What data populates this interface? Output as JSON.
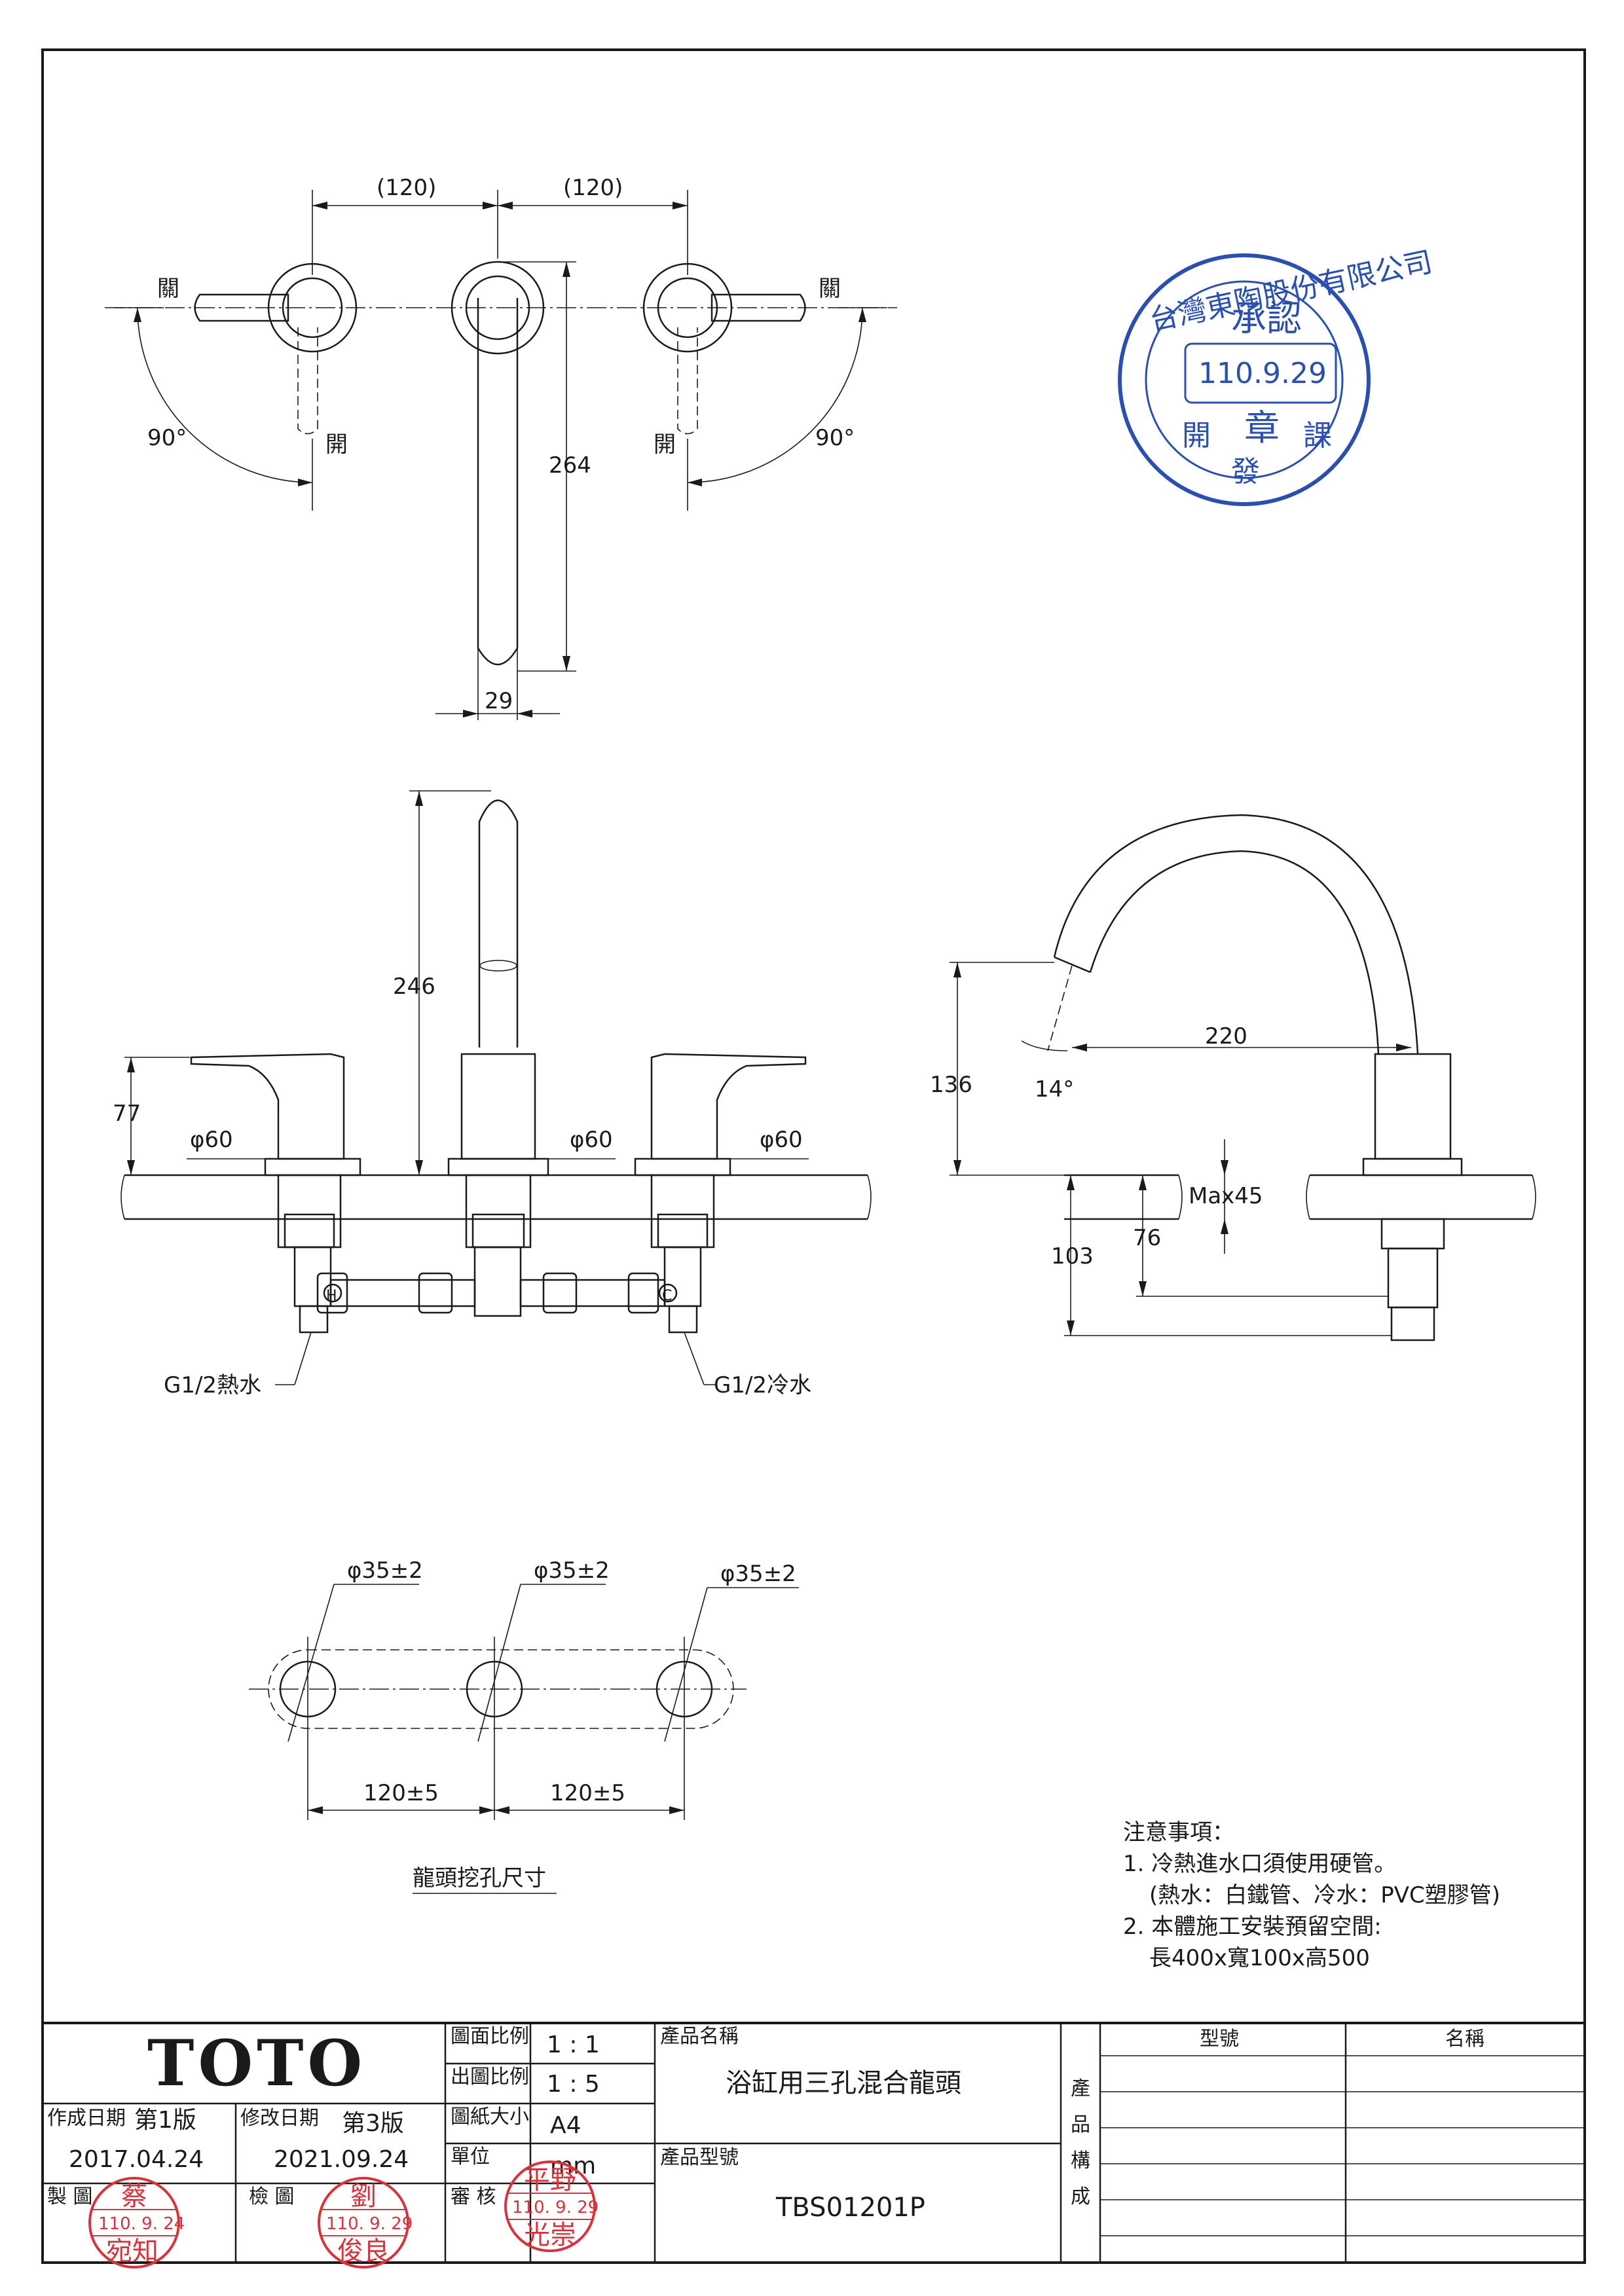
{
  "dimensions": {
    "top_spacing_left": "(120)",
    "top_spacing_right": "(120)",
    "spout_height_top": "264",
    "spout_width": "29",
    "angle_left": "90°",
    "angle_right": "90°",
    "spout_height_front": "246",
    "handle_height": "77",
    "dia_left": "φ60",
    "dia_center": "φ60",
    "dia_right": "φ60",
    "spout_reach": "220",
    "spout_base_height": "136",
    "spout_angle": "14°",
    "max_thickness": "Max45",
    "below_76": "76",
    "below_103": "103",
    "hole_dia_1": "φ35±2",
    "hole_dia_2": "φ35±2",
    "hole_dia_3": "φ35±2",
    "hole_spacing_1": "120±5",
    "hole_spacing_2": "120±5"
  },
  "labels": {
    "close_left": "關",
    "close_right": "關",
    "open_left": "開",
    "open_right": "開",
    "hot_inlet": "G1/2熱水",
    "cold_inlet": "G1/2冷水",
    "hole_title": "龍頭挖孔尺寸",
    "hot_mark": "H",
    "cold_mark": "C"
  },
  "notes": {
    "title": "注意事項：",
    "line1": "1. 冷熱進水口須使用硬管。",
    "line2": "(熱水：白鐵管、冷水：PVC塑膠管)",
    "line3": "2. 本體施工安裝預留空間:",
    "line4": "長400x寬100x高500"
  },
  "approval_stamp": {
    "company": "台灣東陶股份有限公司",
    "approve": "承認",
    "date": "110.9.29",
    "seal": "章",
    "dept_left": "開",
    "dept_bottom": "發",
    "dept_right": "課"
  },
  "title_block": {
    "logo": "TOTO",
    "scale_label": "圖面比例",
    "scale_value": "1 : 1",
    "output_scale_label": "出圖比例",
    "output_scale_value": "1 : 5",
    "paper_label": "圖紙大小",
    "paper_value": "A4",
    "unit_label": "單位",
    "unit_value": "mm",
    "review_label": "審 核",
    "created_label": "作成日期",
    "version1": "第1版",
    "created_date": "2017.04.24",
    "modified_label": "修改日期",
    "version3": "第3版",
    "modified_date": "2021.09.24",
    "drawn_label": "製 圖",
    "checked_label": "檢 圖",
    "product_name_label": "產品名稱",
    "product_name": "浴缸用三孔混合龍頭",
    "product_model_label": "產品型號",
    "product_model": "TBS01201P",
    "composition_label_1": "產",
    "composition_label_2": "品",
    "composition_label_3": "構",
    "composition_label_4": "成",
    "model_col": "型號",
    "name_col": "名稱"
  },
  "seals": {
    "drawn_top": "蔡",
    "drawn_date": "110. 9. 24",
    "drawn_bottom": "宛知",
    "checked_top": "劉",
    "checked_date": "110. 9. 29",
    "checked_bottom": "俊良",
    "review_top": "平野",
    "review_date": "110. 9. 29",
    "review_bottom": "光崇"
  }
}
